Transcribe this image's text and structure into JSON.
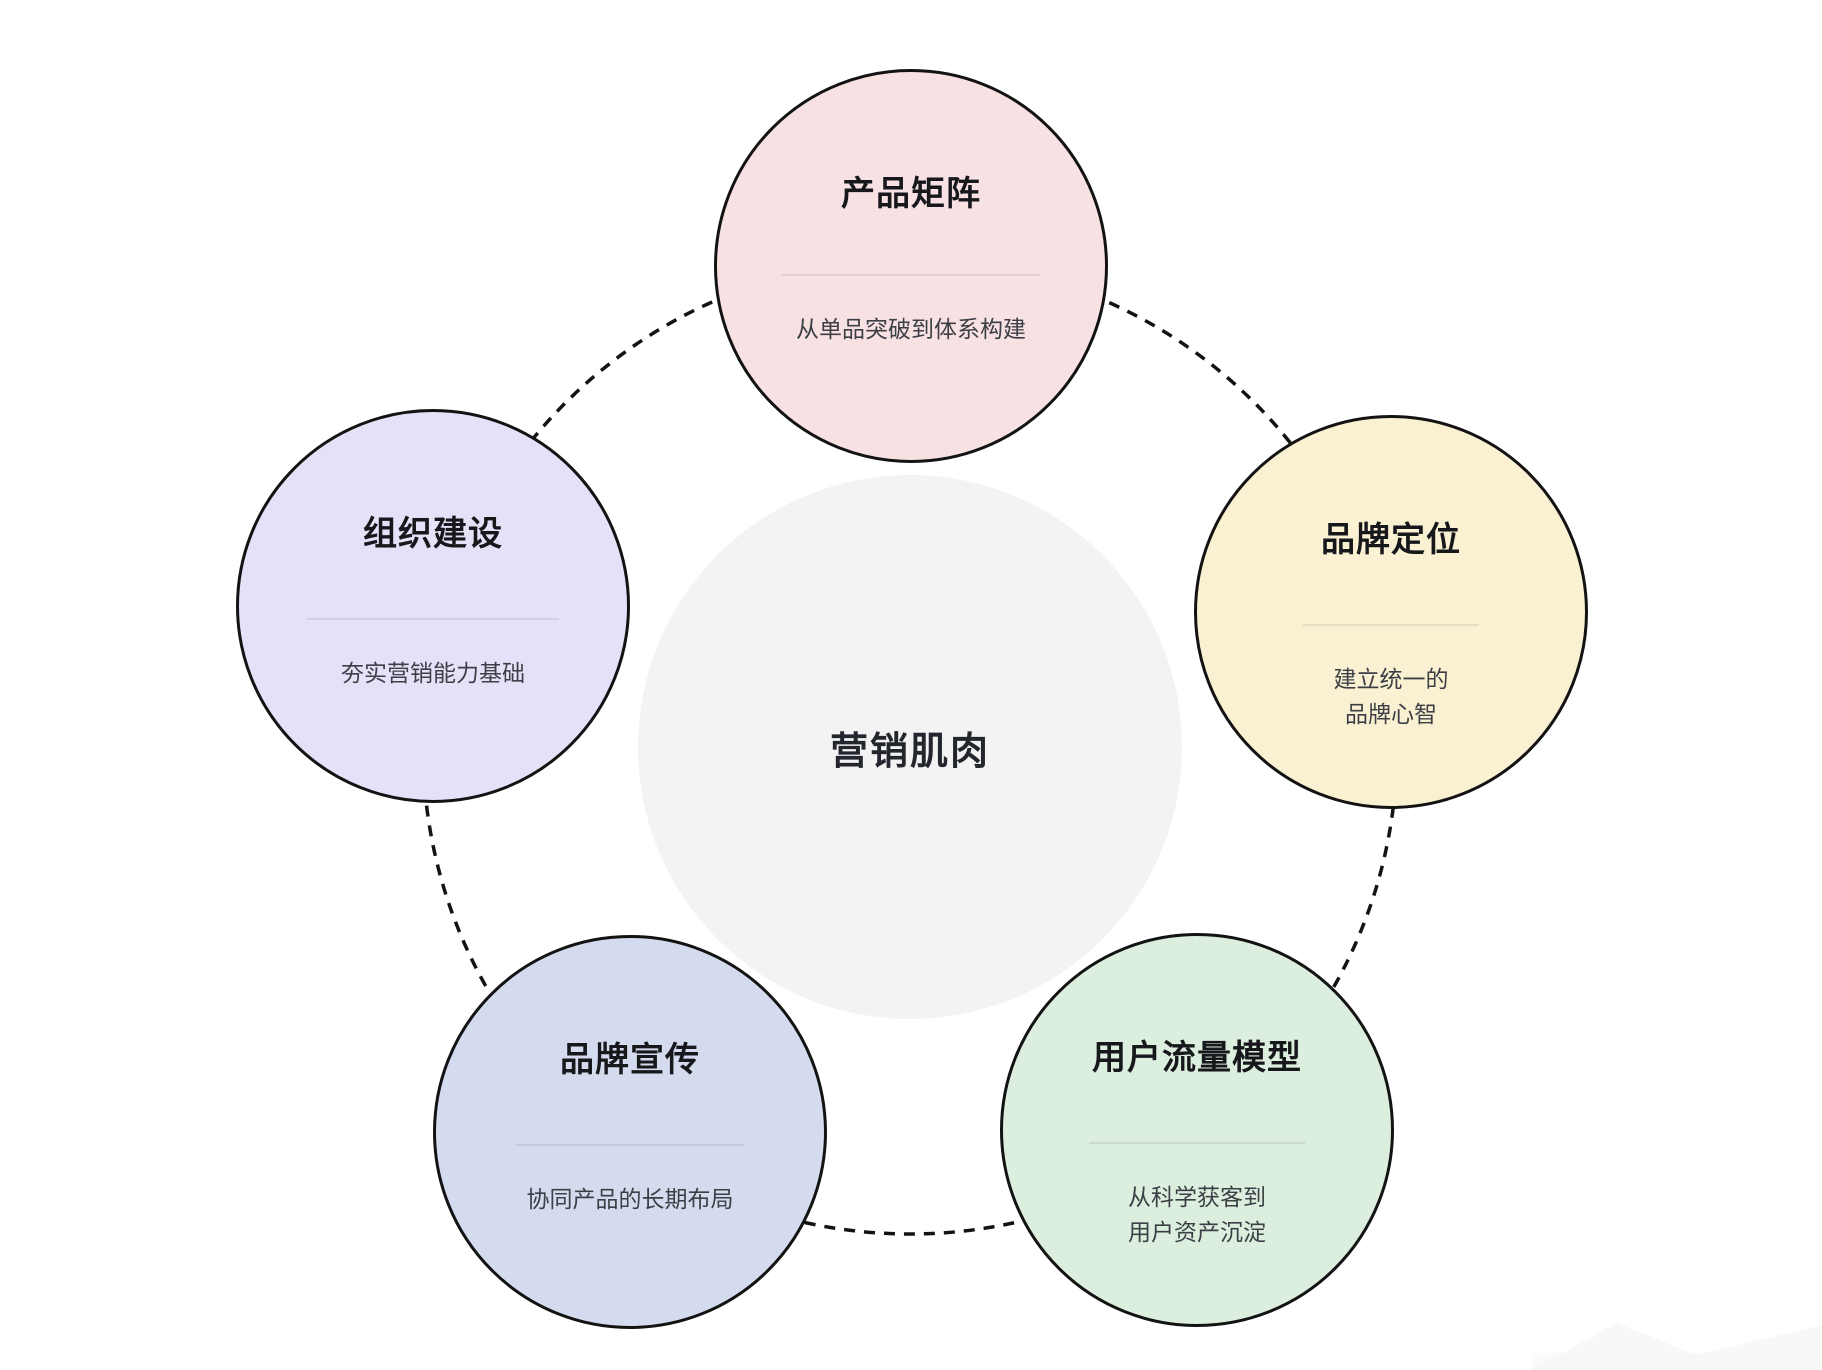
{
  "diagram": {
    "center": {
      "label": "营销肌肉",
      "bg": "#f3f3f4"
    },
    "stroke_color": "#131313",
    "nodes": [
      {
        "id": "product-matrix",
        "title": "产品矩阵",
        "desc": "从单品突破到体系构建",
        "bg": "#f8e1e2"
      },
      {
        "id": "brand-positioning",
        "title": "品牌定位",
        "desc": "建立统一的\n品牌心智",
        "bg": "#faf0d2"
      },
      {
        "id": "organization-building",
        "title": "组织建设",
        "desc": "夯实营销能力基础",
        "bg": "#e6e0f8"
      },
      {
        "id": "brand-promotion",
        "title": "品牌宣传",
        "desc": "协同产品的长期布局",
        "bg": "#d5dbee"
      },
      {
        "id": "user-traffic-model",
        "title": "用户流量模型",
        "desc": "从科学获客到\n用户资产沉淀",
        "bg": "#dceedd"
      }
    ]
  }
}
